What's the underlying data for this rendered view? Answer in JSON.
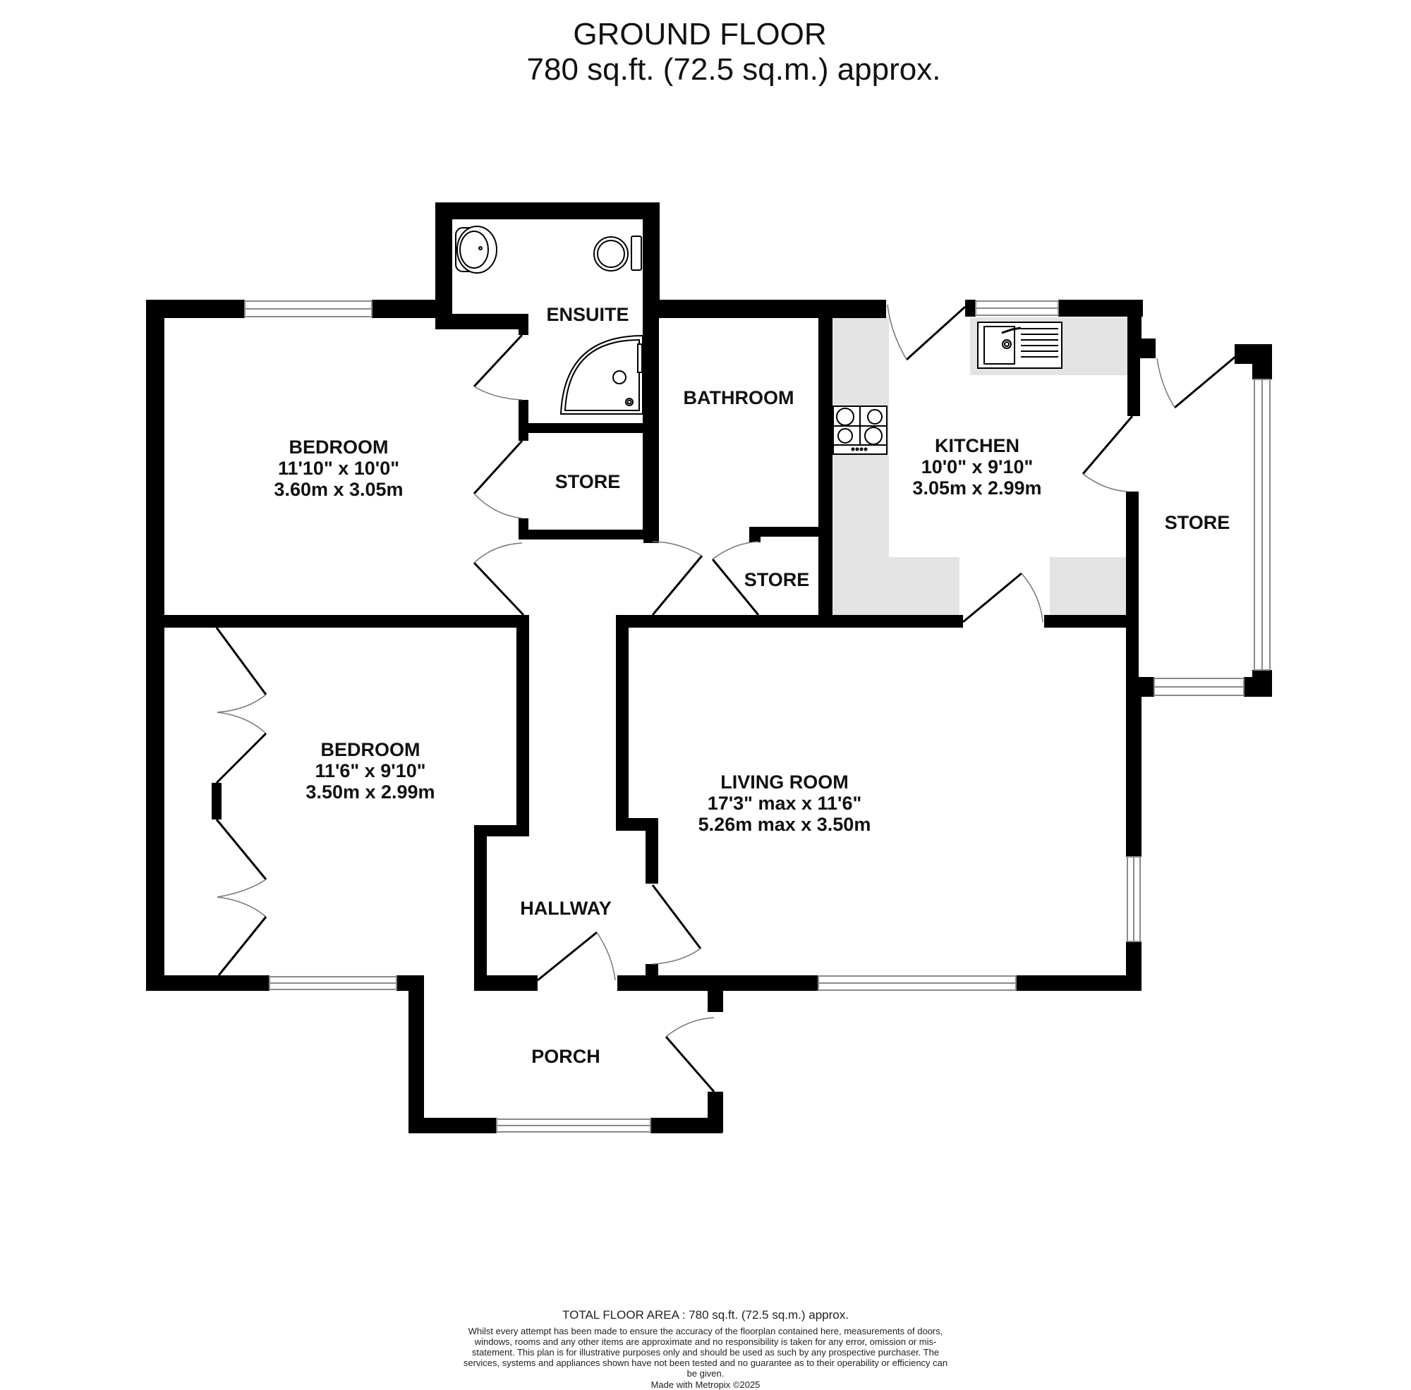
{
  "header": {
    "floor_name": "GROUND FLOOR",
    "floor_area": "780 sq.ft. (72.5 sq.m.) approx."
  },
  "rooms": {
    "bedroom1": {
      "name": "BEDROOM",
      "imperial": "11'10\"  x 10'0\"",
      "metric": "3.60m  x 3.05m"
    },
    "ensuite": {
      "name": "ENSUITE"
    },
    "store_ensuite": {
      "name": "STORE"
    },
    "bathroom": {
      "name": "BATHROOM"
    },
    "store_hall": {
      "name": "STORE"
    },
    "kitchen": {
      "name": "KITCHEN",
      "imperial": "10'0\"  x 9'10\"",
      "metric": "3.05m  x 2.99m"
    },
    "store_side": {
      "name": "STORE"
    },
    "bedroom2": {
      "name": "BEDROOM",
      "imperial": "11'6\"  x 9'10\"",
      "metric": "3.50m  x 2.99m"
    },
    "hallway": {
      "name": "HALLWAY"
    },
    "living_room": {
      "name": "LIVING ROOM",
      "imperial": "17'3\" max x 11'6\"",
      "metric": "5.26m max x 3.50m"
    },
    "porch": {
      "name": "PORCH"
    }
  },
  "fixtures": {
    "icons": [
      "washbasin-icon",
      "toilet-icon",
      "shower-tray-icon",
      "sink-drainer-icon",
      "hob-icon"
    ]
  },
  "colors": {
    "wall": "#000000",
    "counter": "#e3e3e3",
    "window": "#8a8a8a",
    "background": "#ffffff"
  },
  "footer": {
    "total_area": "TOTAL FLOOR AREA : 780 sq.ft. (72.5 sq.m.) approx.",
    "disclaimer": "Whilst every attempt has been made to ensure the accuracy of the floorplan contained here, measurements of doors, windows, rooms and any other items are approximate and no responsibility is taken for any error, omission or mis-statement. This plan is for illustrative purposes only and should be used as such by any prospective purchaser. The services, systems and appliances shown have not been tested and no guarantee as to their operability or efficiency can be given.",
    "made_with": "Made with Metropix ©2025"
  }
}
